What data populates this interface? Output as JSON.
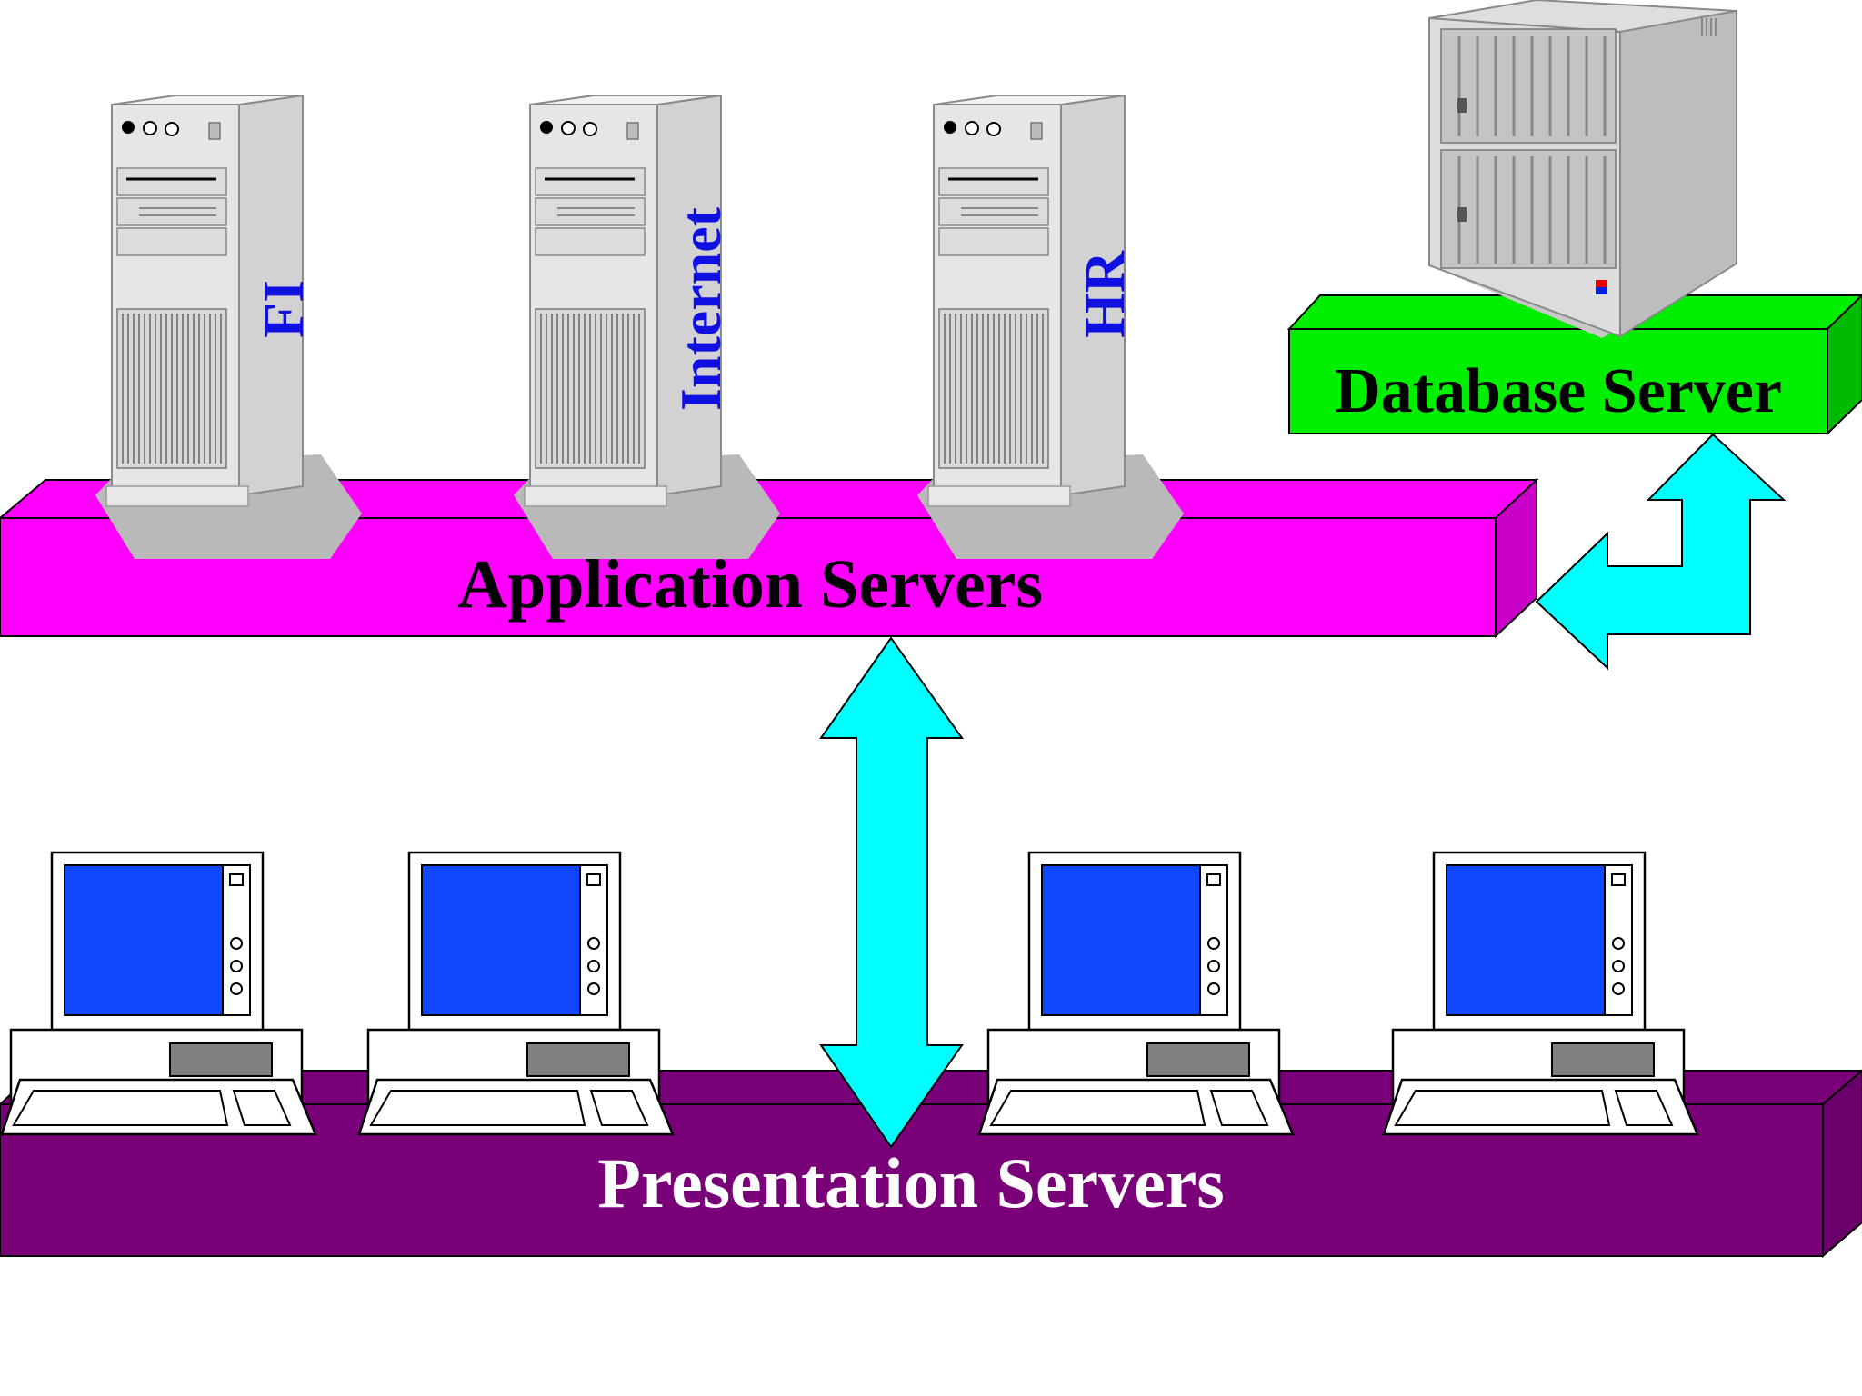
{
  "tiers": {
    "application": {
      "label": "Application Servers",
      "color": "#ff00ff",
      "text_color": "#000000"
    },
    "presentation": {
      "label": "Presentation Servers",
      "color": "#7a007a",
      "text_color": "#ffffff"
    },
    "database": {
      "label": "Database Server",
      "color": "#00ee00",
      "text_color": "#000000"
    }
  },
  "app_servers": [
    {
      "label": "FI"
    },
    {
      "label": "Internet"
    },
    {
      "label": "HR"
    }
  ],
  "workstation_count": 4,
  "colors": {
    "arrow": "#00ffff",
    "server_label": "#1010e0",
    "screen": "#1048ff",
    "server_body": "#e4e4e4",
    "outline": "#000000"
  },
  "icons": {
    "server": "tower-server-icon",
    "database": "database-cabinet-icon",
    "workstation": "desktop-computer-icon"
  }
}
